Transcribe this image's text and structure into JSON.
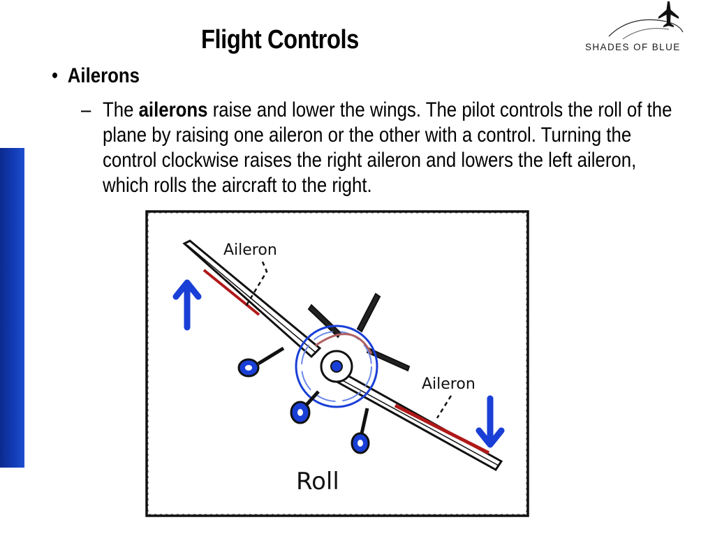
{
  "slide": {
    "title": "Flight Controls",
    "logo_text": "SHADES OF BLUE",
    "bullet": {
      "symbol": "•",
      "label": "Ailerons"
    },
    "sub_bullet": {
      "dash": "–",
      "lead": "The ",
      "bold_term": "ailerons",
      "body": " raise and lower the wings. The pilot controls the roll of the plane by raising one aileron or the other with a control. Turning the control clockwise raises the right aileron and lowers the left aileron, which rolls the aircraft to the right."
    }
  },
  "figure": {
    "label_aileron_upper": "Aileron",
    "label_aileron_lower": "Aileron",
    "caption": "Roll"
  },
  "colors": {
    "side_bar": "#123bb5",
    "arrow_blue": "#1a3fd6",
    "aileron_red": "#b01818"
  }
}
